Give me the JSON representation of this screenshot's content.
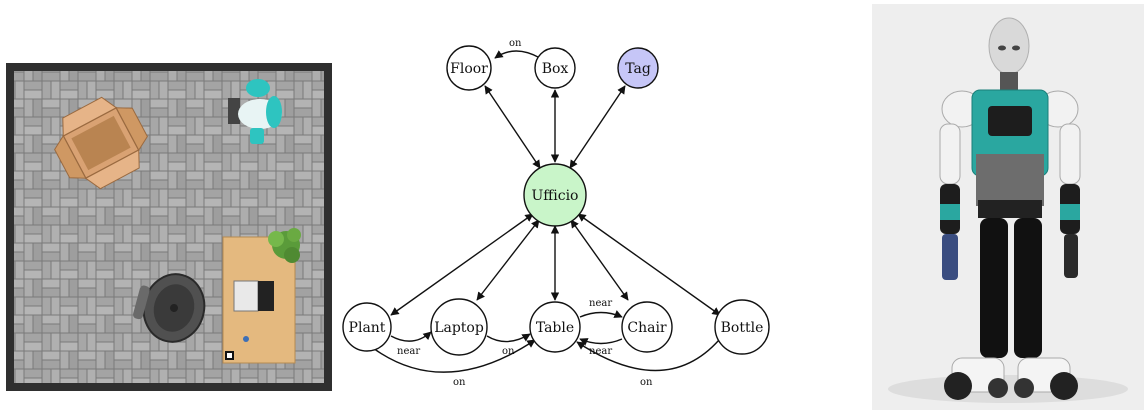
{
  "colors": {
    "room_frame": "#2f2f2f",
    "floor_tile": "#a9a9a9",
    "tile_line": "#7a7a7a",
    "box": "#d9a273",
    "table": "#e4b97f",
    "chair": "#505050",
    "robot_teal": "#2aa7a0",
    "node_default": "#ffffff",
    "node_room": "#c9f5c9",
    "node_tag": "#c6c6f7",
    "edge": "#111111",
    "robot_bg": "#eeeeee"
  },
  "room_scene": {
    "objects": [
      {
        "name": "box-object",
        "icon": "open-box-icon"
      },
      {
        "name": "person-object",
        "icon": "person-topdown-icon"
      },
      {
        "name": "table-object",
        "icon": "desk-icon"
      },
      {
        "name": "plant-object",
        "icon": "plant-icon"
      },
      {
        "name": "laptop-object",
        "icon": "laptop-icon"
      },
      {
        "name": "chair-object",
        "icon": "office-chair-icon"
      },
      {
        "name": "bottle-object",
        "icon": "bottle-icon"
      },
      {
        "name": "tag-object",
        "icon": "qr-tag-icon"
      }
    ]
  },
  "scene_graph": {
    "nodes": [
      {
        "id": "floor",
        "label": "Floor",
        "kind": "object"
      },
      {
        "id": "box",
        "label": "Box",
        "kind": "object"
      },
      {
        "id": "tag",
        "label": "Tag",
        "kind": "tag"
      },
      {
        "id": "ufficio",
        "label": "Ufficio",
        "kind": "room"
      },
      {
        "id": "plant",
        "label": "Plant",
        "kind": "object"
      },
      {
        "id": "laptop",
        "label": "Laptop",
        "kind": "object"
      },
      {
        "id": "table",
        "label": "Table",
        "kind": "object"
      },
      {
        "id": "chair",
        "label": "Chair",
        "kind": "object"
      },
      {
        "id": "bottle",
        "label": "Bottle",
        "kind": "object"
      }
    ],
    "edges": [
      {
        "from": "box",
        "to": "floor",
        "label": "on"
      },
      {
        "from": "floor",
        "to": "ufficio",
        "label": ""
      },
      {
        "from": "box",
        "to": "ufficio",
        "label": ""
      },
      {
        "from": "tag",
        "to": "ufficio",
        "label": ""
      },
      {
        "from": "plant",
        "to": "ufficio",
        "label": ""
      },
      {
        "from": "laptop",
        "to": "ufficio",
        "label": ""
      },
      {
        "from": "table",
        "to": "ufficio",
        "label": ""
      },
      {
        "from": "chair",
        "to": "ufficio",
        "label": ""
      },
      {
        "from": "bottle",
        "to": "ufficio",
        "label": ""
      },
      {
        "from": "plant",
        "to": "laptop",
        "label": "near"
      },
      {
        "from": "laptop",
        "to": "table",
        "label": "on"
      },
      {
        "from": "table",
        "to": "chair",
        "label": "near"
      },
      {
        "from": "chair",
        "to": "table",
        "label": "near"
      },
      {
        "from": "plant",
        "to": "table",
        "label": "on"
      },
      {
        "from": "bottle",
        "to": "table",
        "label": "on"
      }
    ]
  },
  "robot": {
    "icon": "humanoid-robot-icon"
  }
}
